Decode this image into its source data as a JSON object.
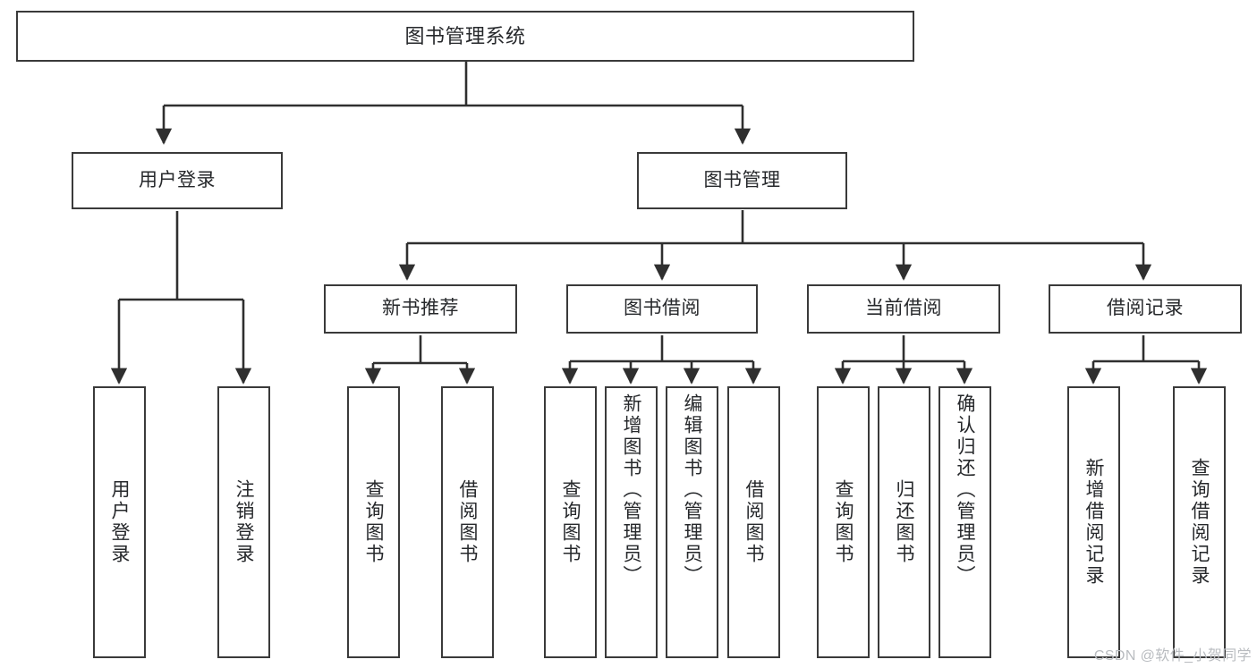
{
  "diagram": {
    "title": "图书管理系统",
    "type": "tree-hierarchy-diagram",
    "colors": {
      "box_border": "#3a3a3a",
      "box_fill": "#ffffff",
      "connector": "#2f2f2f",
      "text": "#26282b",
      "watermark": "#b9bcc0"
    },
    "nodes": {
      "root": {
        "label": "图书管理系统"
      },
      "level1": [
        {
          "label": "用户登录"
        },
        {
          "label": "图书管理"
        }
      ],
      "level2": [
        {
          "label": "新书推荐"
        },
        {
          "label": "图书借阅"
        },
        {
          "label": "当前借阅"
        },
        {
          "label": "借阅记录"
        }
      ],
      "leaves": {
        "user_login": [
          {
            "label": "用户登录"
          },
          {
            "label": "注销登录"
          }
        ],
        "new_book_recommend": [
          {
            "label": "查询图书"
          },
          {
            "label": "借阅图书"
          }
        ],
        "book_borrow": [
          {
            "label": "查询图书"
          },
          {
            "label": "新增图书（管理员）"
          },
          {
            "label": "编辑图书（管理员）"
          },
          {
            "label": "借阅图书"
          }
        ],
        "current_borrow": [
          {
            "label": "查询图书"
          },
          {
            "label": "归还图书"
          },
          {
            "label": "确认归还（管理员）"
          }
        ],
        "borrow_record": [
          {
            "label": "新增借阅记录"
          },
          {
            "label": "查询借阅记录"
          }
        ]
      }
    },
    "watermark": "CSDN @软件_小贺同学"
  }
}
